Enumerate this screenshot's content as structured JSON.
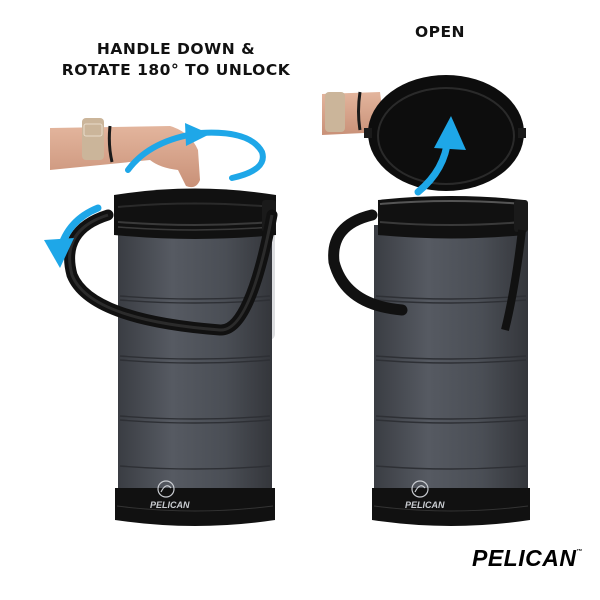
{
  "captions": {
    "left_line1": "HANDLE DOWN &",
    "left_line2": "ROTATE 180° TO UNLOCK",
    "right": "OPEN"
  },
  "brand": {
    "logo_text": "PELICAN",
    "trademark": "™",
    "embossed_text": "PELICAN"
  },
  "colors": {
    "arrow_blue": "#1ea7e8",
    "body_gray": "#4a4e55",
    "lid_black": "#0d0d0d",
    "skin": "#d9a88e",
    "watch_band": "#cbb59a"
  },
  "panels": [
    {
      "label": "step-unlock",
      "arrows": [
        "rotate-clockwise-arrow",
        "handle-down-arrow"
      ]
    },
    {
      "label": "step-open",
      "arrows": [
        "lift-lid-arrow"
      ]
    }
  ]
}
